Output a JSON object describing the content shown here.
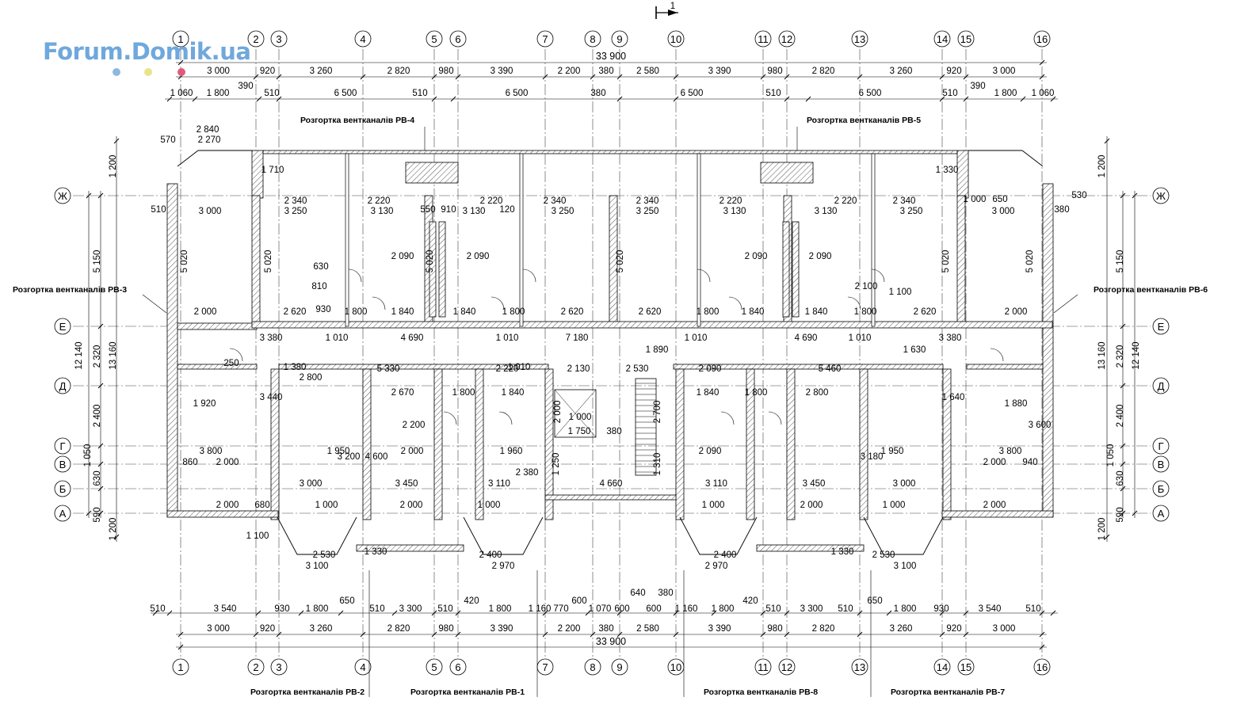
{
  "logo": {
    "text": "Forum.Domik.ua",
    "color": "#6fa8dc",
    "dot_colors": [
      "#8fb8e0",
      "#e8e48a",
      "#e05a7a"
    ]
  },
  "section_mark": "1",
  "vertical_axes": [
    "1",
    "2",
    "3",
    "4",
    "5",
    "6",
    "7",
    "8",
    "9",
    "10",
    "11",
    "12",
    "13",
    "14",
    "15",
    "16"
  ],
  "horizontal_axes": [
    "Ж",
    "Е",
    "Д",
    "Г",
    "В",
    "Б",
    "А"
  ],
  "labels": {
    "rv4": "Розгортка вентканалів РВ-4",
    "rv5": "Розгортка вентканалів РВ-5",
    "rv3": "Розгортка вентканалів РВ-3",
    "rv6": "Розгортка вентканалів РВ-6",
    "rv2": "Розгортка вентканалів РВ-2",
    "rv1": "Розгортка вентканалів РВ-1",
    "rv8": "Розгортка вентканалів РВ-8",
    "rv7": "Розгортка вентканалів РВ-7"
  },
  "dims": {
    "total_top": "33 900",
    "total_bottom": "33 900",
    "top_axis_chain": [
      "3 000",
      "920",
      "3 260",
      "2 820",
      "980",
      "3 390",
      "2 200",
      "380",
      "2 580",
      "3 390",
      "980",
      "2 820",
      "3 260",
      "920",
      "3 000"
    ],
    "top_sub_chain": [
      "1 060",
      "1 800",
      "510",
      "6 500",
      "510",
      "6 500",
      "380",
      "6 500",
      "510",
      "6 500",
      "510",
      "1 800",
      "1 060"
    ],
    "top_390": [
      "390",
      "390"
    ],
    "bottom_axis_chain": [
      "3 000",
      "920",
      "3 260",
      "2 820",
      "980",
      "3 390",
      "2 200",
      "380",
      "2 580",
      "3 390",
      "980",
      "2 820",
      "3 260",
      "920",
      "3 000"
    ],
    "bottom_sub_chain": [
      "510",
      "3 540",
      "930",
      "1 800",
      "510",
      "3 300",
      "510",
      "1 800",
      "1 160",
      "770",
      "1 070",
      "600",
      "600",
      "1 160",
      "1 800",
      "510",
      "3 300",
      "510",
      "1 800",
      "930",
      "3 540",
      "510"
    ],
    "bottom_extra": [
      "650",
      "420",
      "600",
      "640",
      "380",
      "420",
      "650"
    ],
    "left_chain": [
      "5 150",
      "2 320",
      "2 400",
      "1 050",
      "630",
      "590"
    ],
    "left_totals": [
      "12 140",
      "13 160"
    ],
    "left_outer": [
      "1 200",
      "1 200"
    ],
    "right_chain": [
      "5 150",
      "2 320",
      "2 400",
      "1 050",
      "630",
      "590"
    ],
    "right_totals": [
      "12 140",
      "13 160"
    ],
    "right_outer": [
      "1 200",
      "1 200"
    ],
    "room_row_zh": [
      "3 000",
      "3 250",
      "3 130",
      "3 130",
      "3 250",
      "3 250",
      "3 130",
      "3 130",
      "3 250",
      "3 000"
    ],
    "room_row_zh_top": [
      "2 340",
      "2 220",
      "2 220",
      "2 340",
      "2 340",
      "2 220",
      "2 220",
      "2 340"
    ],
    "height_5020": [
      "5 020",
      "5 020",
      "5 020",
      "5 020",
      "5 020",
      "5 020"
    ],
    "row_e": [
      "2 000",
      "2 620",
      "1 800",
      "1 840",
      "1 840",
      "1 800",
      "2 620",
      "2 620",
      "1 800",
      "1 840",
      "1 840",
      "1 800",
      "2 620",
      "2 000"
    ],
    "row_090": [
      "2 090",
      "2 090",
      "2 090",
      "2 090"
    ],
    "corridor": [
      "3 380",
      "1 010",
      "4 690",
      "1 010",
      "7 180",
      "1 010",
      "4 690",
      "1 010",
      "3 380"
    ],
    "row_d": [
      "5 330",
      "2 220",
      "2 130",
      "2 530",
      "2 090",
      "5 460"
    ],
    "row_d2": [
      "2 670",
      "1 800",
      "1 840",
      "1 840",
      "1 800",
      "2 800"
    ],
    "row_g": [
      "3 800",
      "1 950",
      "2 000",
      "1 960",
      "2 090",
      "1 950",
      "3 800"
    ],
    "row_v": [
      "2 000",
      "2 000"
    ],
    "row_b": [
      "3 000",
      "3 450",
      "3 110",
      "4 660",
      "3 110",
      "3 450",
      "3 000"
    ],
    "row_a": [
      "2 000",
      "1 000",
      "2 000",
      "1 000",
      "1 000",
      "2 000",
      "1 000",
      "2 000"
    ],
    "balcony": [
      "2 530",
      "3 100",
      "2 400",
      "2 970",
      "2 400",
      "2 970",
      "2 530",
      "3 100"
    ],
    "stair": [
      "1 750",
      "2 000",
      "2 700",
      "1 310",
      "1 250",
      "380"
    ],
    "misc": [
      "1 330",
      "1 330",
      "1 710",
      "1 330",
      "1 000",
      "1 000",
      "650",
      "550",
      "910",
      "120",
      "380",
      "510",
      "250",
      "630",
      "930",
      "810",
      "2 100",
      "2 200",
      "2 800",
      "3 440",
      "1 640",
      "3 600",
      "3 200",
      "3 180",
      "4 600",
      "2 380",
      "1 380",
      "1 010",
      "1 100",
      "1 890",
      "1 630",
      "1 920",
      "1 880",
      "860",
      "940",
      "680",
      "2 840",
      "2 270",
      "570",
      "530",
      "1 100"
    ]
  }
}
